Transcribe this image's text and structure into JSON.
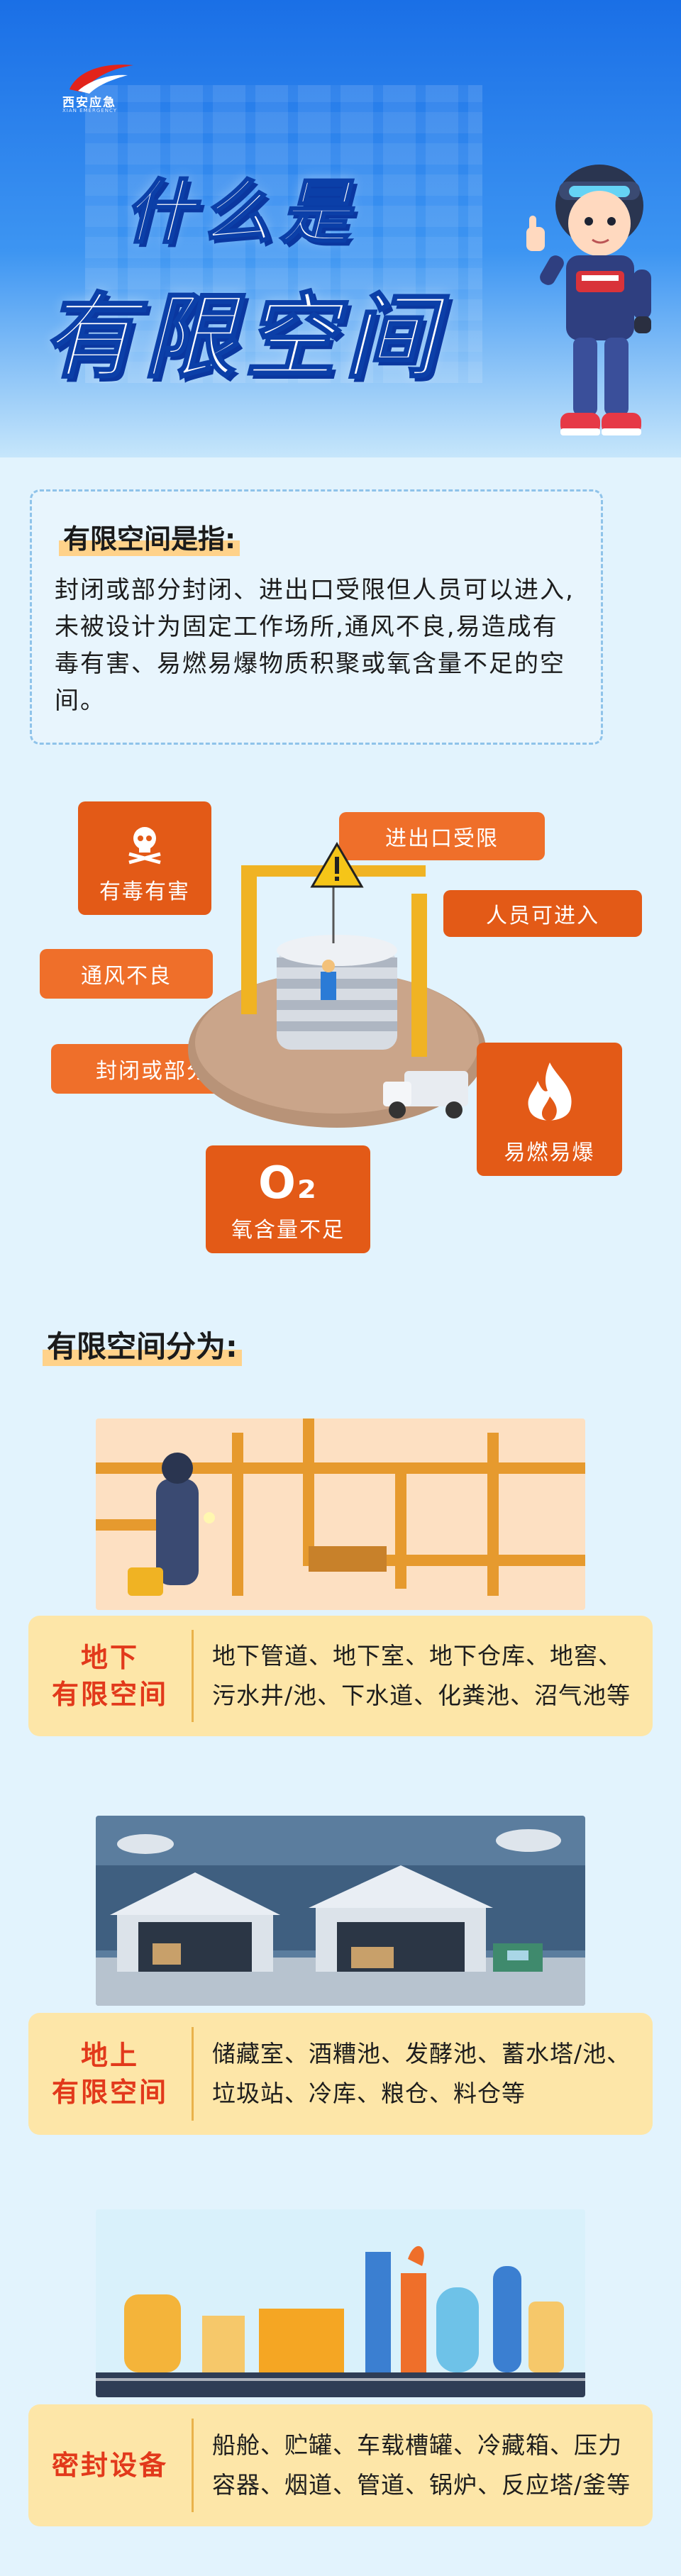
{
  "brand": {
    "name": "西安应急",
    "subtitle": "XIAN EMERGENCY"
  },
  "header": {
    "title_line1": "什么是",
    "title_line2": "有限空间"
  },
  "definition": {
    "heading": "有限空间是指:",
    "body": "封闭或部分封闭、进出口受限但人员可以进入,未被设计为固定工作场所,通风不良,易造成有毒有害、易燃易爆物质积聚或氧含量不足的空间。"
  },
  "hazards": {
    "toxic": "有毒有害",
    "access": "进出口受限",
    "entry": "人员可进入",
    "ventilation": "通风不良",
    "enclosed": "封闭或部分封闭",
    "flammable": "易燃易爆",
    "oxygen_symbol": "O₂",
    "oxygen": "氧含量不足"
  },
  "categories_title": "有限空间分为:",
  "categories": [
    {
      "label_line1": "地下",
      "label_line2": "有限空间",
      "text": "地下管道、地下室、地下仓库、地窖、污水井/池、下水道、化粪池、沼气池等"
    },
    {
      "label_line1": "地上",
      "label_line2": "有限空间",
      "text": "储藏室、酒糟池、发酵池、蓄水塔/池、垃圾站、冷库、粮仓、料仓等"
    },
    {
      "label_line1": "密封设备",
      "label_line2": "",
      "text": "船舱、贮罐、车载槽罐、冷藏箱、压力容器、烟道、管道、锅炉、反应塔/釜等"
    }
  ],
  "colors": {
    "header_blue": "#1a6fe6",
    "page_bg": "#e2f3fd",
    "hazard_orange": "#e35a17",
    "category_bg": "#fde6a8",
    "category_label": "#e2391b"
  }
}
